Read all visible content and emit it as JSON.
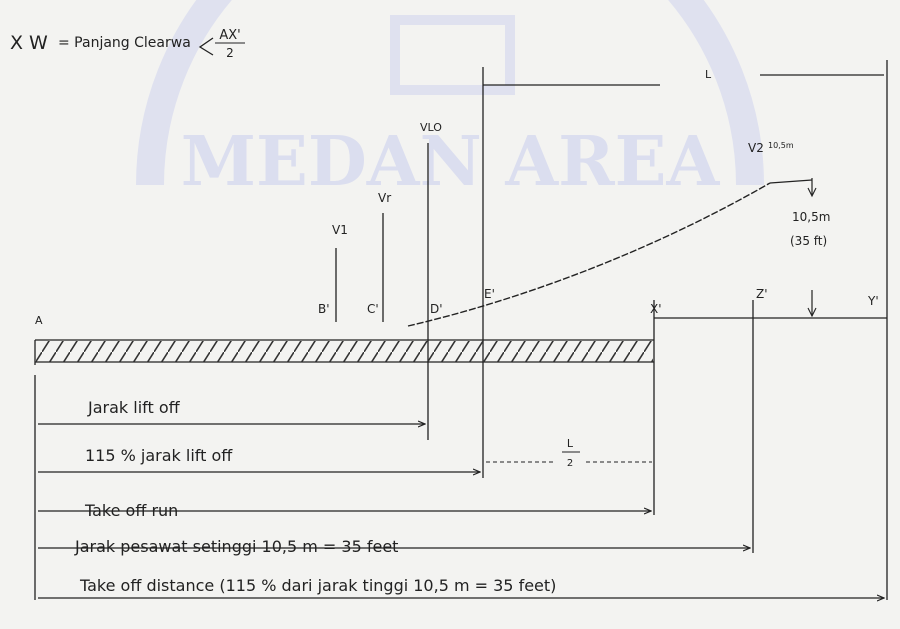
{
  "header": {
    "prefix": "X W",
    "text": "= Panjang Clearwa",
    "fraction_top": "AX'",
    "fraction_bottom": "2"
  },
  "watermark": {
    "text": "MEDAN AREA"
  },
  "speeds": {
    "v1": "V1",
    "vr": "Vr",
    "vlo": "VLO",
    "v2": "V2",
    "v2_note": "10,5m"
  },
  "points": {
    "a": "A",
    "b": "B'",
    "c": "C'",
    "d": "D'",
    "e": "E'",
    "x": "X'",
    "z": "Z'",
    "y": "Y'"
  },
  "top_dim": {
    "label": "L"
  },
  "height_label": {
    "line1": "10,5m",
    "line2": "(35 ft)"
  },
  "half_l": {
    "numerator": "L",
    "denominator": "2"
  },
  "dimensions": [
    {
      "label": "Jarak lift off"
    },
    {
      "label": "115 % jarak lift off"
    },
    {
      "label": "Take off run"
    },
    {
      "label": "Jarak pesawat setinggi 10,5 m = 35 feet"
    },
    {
      "label": "Take off distance (115 % dari jarak tinggi 10,5 m = 35 feet)"
    }
  ]
}
